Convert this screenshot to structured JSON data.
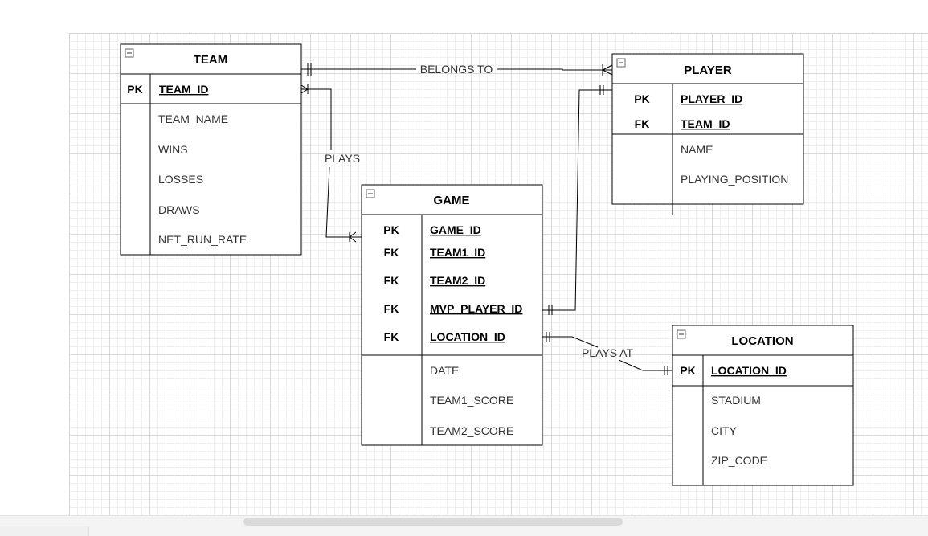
{
  "entities": {
    "team": {
      "name": "TEAM",
      "keys": [
        {
          "key": "PK",
          "field": "TEAM_ID"
        }
      ],
      "attributes": [
        "TEAM_NAME",
        "WINS",
        "LOSSES",
        "DRAWS",
        "NET_RUN_RATE"
      ]
    },
    "player": {
      "name": "PLAYER",
      "keys": [
        {
          "key": "PK",
          "field": "PLAYER_ID"
        },
        {
          "key": "FK",
          "field": "TEAM_ID"
        }
      ],
      "attributes": [
        "NAME",
        "PLAYING_POSITION"
      ]
    },
    "game": {
      "name": "GAME",
      "keys": [
        {
          "key": "PK",
          "field": "GAME_ID"
        },
        {
          "key": "FK",
          "field": "TEAM1_ID"
        },
        {
          "key": "FK",
          "field": "TEAM2_ID"
        },
        {
          "key": "FK",
          "field": "MVP_PLAYER_ID"
        },
        {
          "key": "FK",
          "field": "LOCATION_ID"
        }
      ],
      "attributes": [
        "DATE",
        "TEAM1_SCORE",
        "TEAM2_SCORE"
      ]
    },
    "location": {
      "name": "LOCATION",
      "keys": [
        {
          "key": "PK",
          "field": "LOCATION_ID"
        }
      ],
      "attributes": [
        "STADIUM",
        "CITY",
        "ZIP_CODE"
      ]
    }
  },
  "relationships": {
    "belongs_to": "BELONGS TO",
    "plays": "PLAYS",
    "plays_at": "PLAYS AT"
  }
}
